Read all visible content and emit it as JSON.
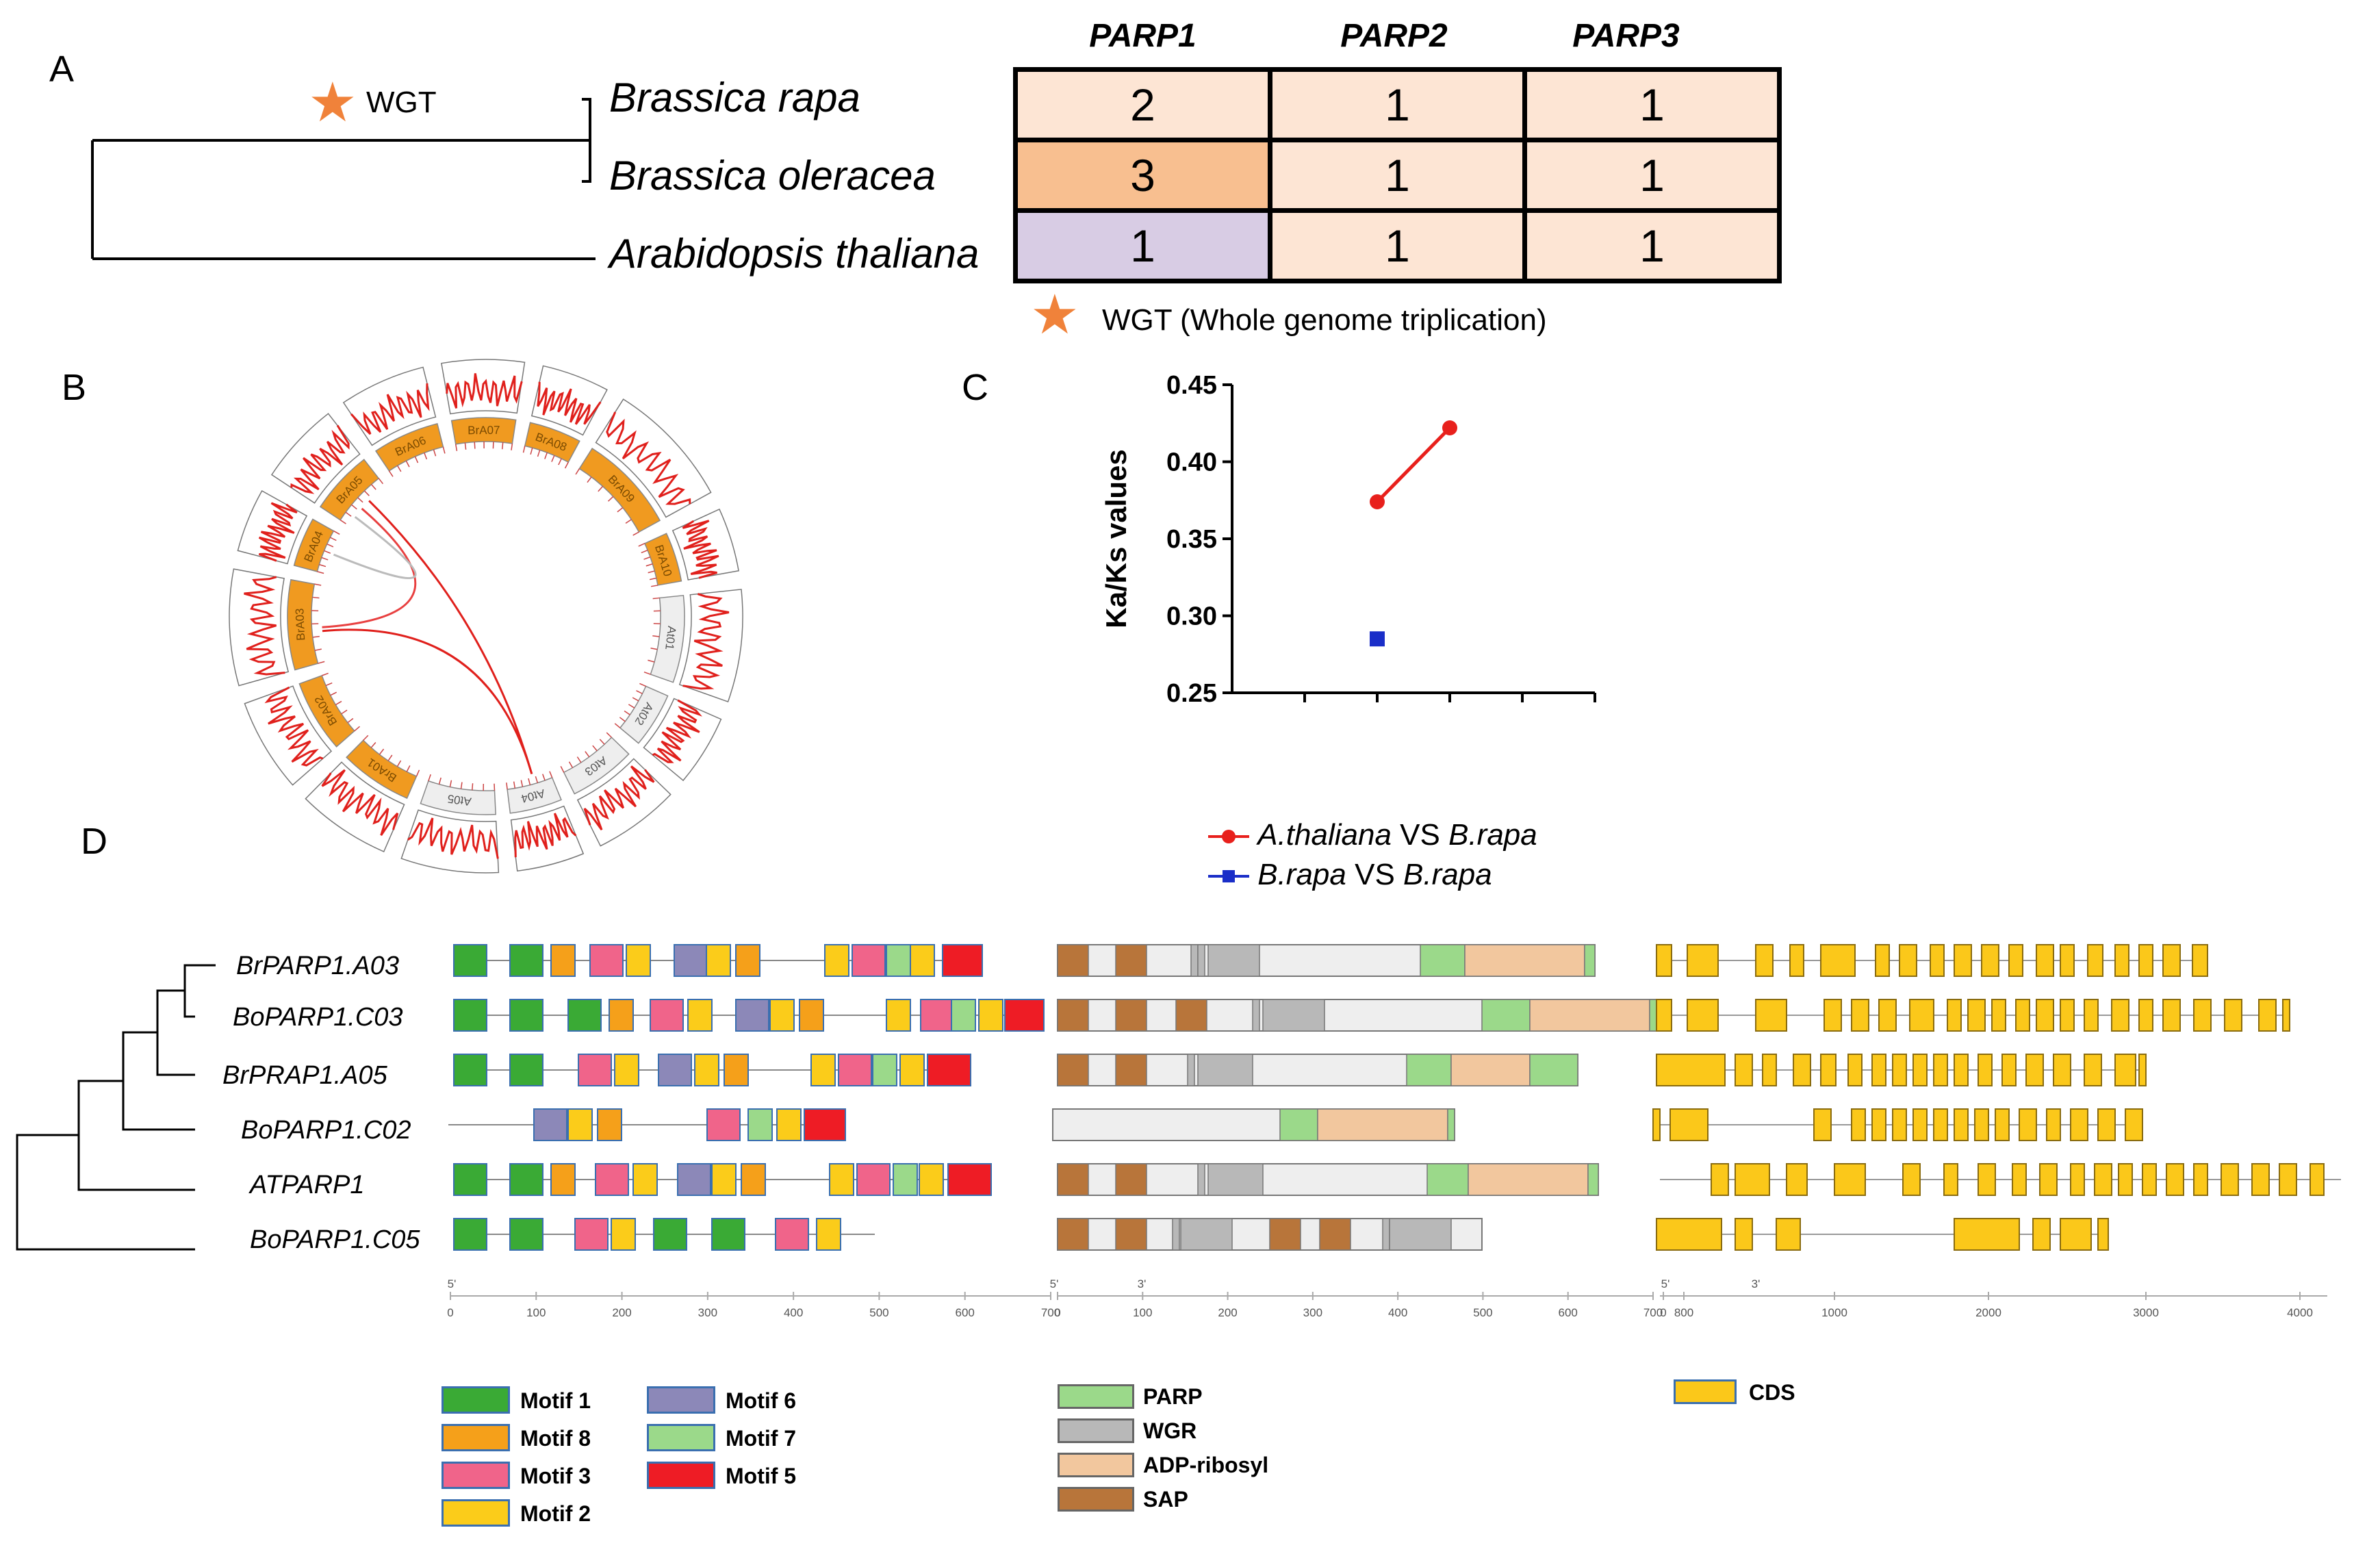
{
  "panels": {
    "a": "A",
    "b": "B",
    "c": "C",
    "d": "D"
  },
  "panel_a": {
    "columns": [
      "PARP1",
      "PARP2",
      "PARP3"
    ],
    "rows": [
      {
        "species": "Brassica rapa",
        "values": [
          "2",
          "1",
          "1"
        ]
      },
      {
        "species": "Brassica oleracea",
        "values": [
          "3",
          "1",
          "1"
        ]
      },
      {
        "species": "Arabidopsis thaliana",
        "values": [
          "1",
          "1",
          "1"
        ]
      }
    ],
    "star_label": "WGT",
    "legend_label": "WGT (Whole genome triplication)",
    "colors": {
      "default": "#fde5d4",
      "highlight": "#f8bf90",
      "purple": "#d8cce4",
      "star": "#f0823a"
    }
  },
  "panel_b": {
    "chromosomes": [
      "BrA01",
      "BrA02",
      "BrA03",
      "BrA04",
      "BrA05",
      "BrA06",
      "BrA07",
      "BrA08",
      "BrA09",
      "BrA10",
      "At01",
      "At02",
      "At03",
      "At04",
      "At05"
    ],
    "colors": {
      "brassica": "#f09a20",
      "arabidopsis": "#eeeeee",
      "link": "#e0201c",
      "density": "#e0201c"
    }
  },
  "chart_data": {
    "type": "scatter",
    "ylabel": "Ka/Ks values",
    "ylim": [
      0.25,
      0.45
    ],
    "yticks": [
      "0.45",
      "0.40",
      "0.35",
      "0.30",
      "0.25"
    ],
    "series": [
      {
        "name": "A.thaliana VS B.rapa",
        "color": "#e8201c",
        "marker": "circle",
        "points": [
          [
            2,
            0.374
          ],
          [
            3,
            0.422
          ]
        ]
      },
      {
        "name": "B.rapa VS B.rapa",
        "color": "#1a2ec8",
        "marker": "square",
        "points": [
          [
            2,
            0.285
          ]
        ]
      }
    ]
  },
  "legend_c": {
    "row1": {
      "sp1": "A.thaliana",
      "vs": " VS ",
      "sp2": "B.rapa"
    },
    "row2": {
      "sp1": "B.rapa",
      "vs": " VS ",
      "sp2": "B.rapa"
    }
  },
  "panel_d": {
    "genes": [
      "BrPARP1.A03",
      "BoPARP1.C03",
      "BrPRAP1.A05",
      "BoPARP1.C02",
      "ATPARP1",
      "BoPARP1.C05"
    ],
    "motif_key": [
      {
        "label": "Motif 1",
        "color": "#3aaa35"
      },
      {
        "label": "Motif 8",
        "color": "#f5a01a"
      },
      {
        "label": "Motif 3",
        "color": "#f0648a"
      },
      {
        "label": "Motif 2",
        "color": "#fbcc1a"
      },
      {
        "label": "Motif 6",
        "color": "#8c88b8"
      },
      {
        "label": "Motif 7",
        "color": "#9bd98a"
      },
      {
        "label": "Motif 5",
        "color": "#ee1c25"
      }
    ],
    "domain_key": [
      {
        "label": "PARP",
        "color": "#9bd98a"
      },
      {
        "label": "WGR",
        "color": "#b8b8b8"
      },
      {
        "label": "ADP-ribosyl",
        "color": "#f2c79e"
      },
      {
        "label": "SAP",
        "color": "#b8753a"
      }
    ],
    "cds_key": {
      "label": "CDS",
      "color": "#fbc81a"
    },
    "scale1": [
      "0",
      "100",
      "200",
      "300",
      "400",
      "500",
      "600",
      "700"
    ],
    "scale2": [
      "0",
      "100",
      "200",
      "300",
      "400",
      "500",
      "600",
      "700"
    ],
    "scale3": [
      "0",
      "800",
      "1000",
      "2000",
      "3000",
      "4000"
    ],
    "end_labels": [
      "5'",
      "3'"
    ]
  }
}
